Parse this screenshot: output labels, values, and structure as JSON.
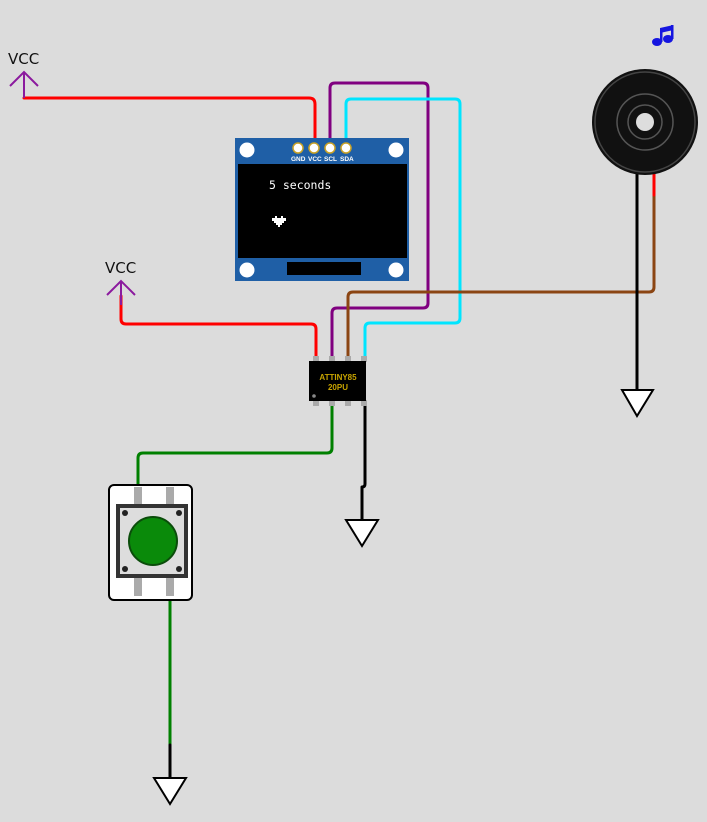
{
  "power_labels": {
    "vcc_top": "VCC",
    "vcc_mid": "VCC"
  },
  "oled": {
    "pin_labels": [
      "GND",
      "VCC",
      "SCL",
      "SDA"
    ],
    "display_text": "5 seconds"
  },
  "chip": {
    "line1": "ATTINY85",
    "line2": "20PU"
  },
  "buzzer": {
    "icon": "music-note-icon"
  },
  "button": {
    "icon": "push-button"
  },
  "colors": {
    "background": "#dcdcdc",
    "vcc_symbol": "#8b1a9e",
    "wire_red": "#ff0000",
    "wire_purple": "#800080",
    "wire_cyan": "#00e5ff",
    "wire_brown": "#8b4513",
    "wire_green": "#008000",
    "wire_black": "#000000",
    "oled_board": "#1f5fa6",
    "button_cap": "#0a8a0a",
    "music_note": "#1515e0"
  }
}
